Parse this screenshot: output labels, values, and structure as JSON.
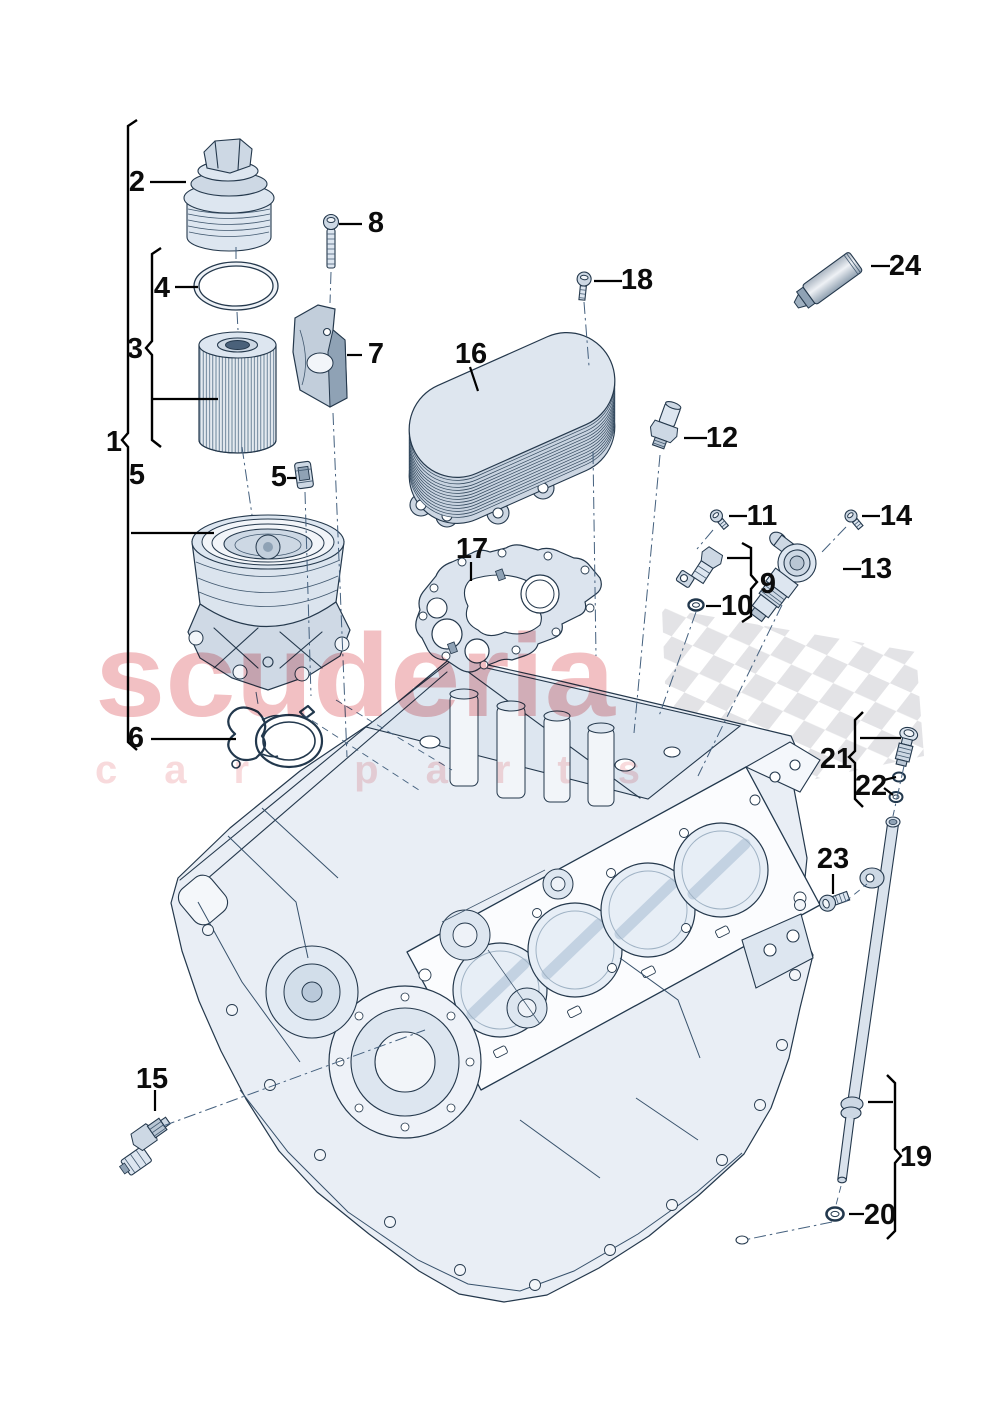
{
  "watermark": {
    "line1": "scuderia",
    "line2": "car parts"
  },
  "callouts": {
    "c1": "1",
    "c2": "2",
    "c3": "3",
    "c4": "4",
    "c5_left": "5",
    "c5_right": "5",
    "c6": "6",
    "c7": "7",
    "c8": "8",
    "c9": "9",
    "c10": "10",
    "c11": "11",
    "c12": "12",
    "c13": "13",
    "c14": "14",
    "c15": "15",
    "c16": "16",
    "c17": "17",
    "c18": "18",
    "c19": "19",
    "c20": "20",
    "c21": "21",
    "c22": "22",
    "c23": "23",
    "c24": "24"
  },
  "colors": {
    "watermark_red": "#d94851",
    "flag_gray": "#e3e3e6",
    "line_dark": "#24384c",
    "leader_black": "#000000",
    "dashdot_blue": "#44607e"
  }
}
